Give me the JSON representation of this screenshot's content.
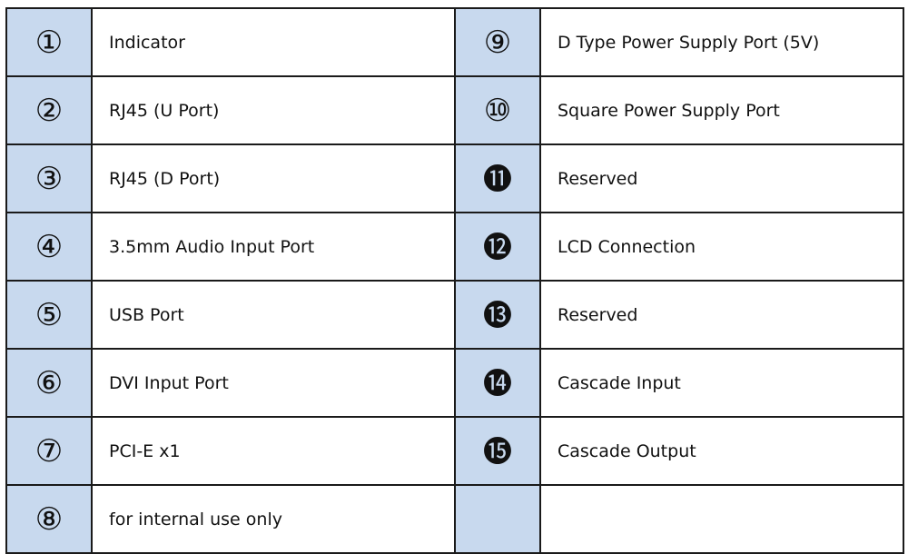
{
  "rows": [
    {
      "left": {
        "num": "①",
        "label": "Indicator"
      },
      "right": {
        "num": "⑨",
        "label": "D Type Power Supply Port (5V)"
      }
    },
    {
      "left": {
        "num": "②",
        "label": "RJ45 (U Port)"
      },
      "right": {
        "num": "⑩",
        "label": "Square Power Supply Port"
      }
    },
    {
      "left": {
        "num": "③",
        "label": "RJ45 (D Port)"
      },
      "right": {
        "num": "⓫",
        "label": "Reserved"
      }
    },
    {
      "left": {
        "num": "④",
        "label": "3.5mm Audio Input Port"
      },
      "right": {
        "num": "⓬",
        "label": "LCD Connection"
      }
    },
    {
      "left": {
        "num": "⑤",
        "label": "USB Port"
      },
      "right": {
        "num": "⓭",
        "label": "Reserved"
      }
    },
    {
      "left": {
        "num": "⑥",
        "label": "DVI Input Port"
      },
      "right": {
        "num": "⓮",
        "label": "Cascade Input"
      }
    },
    {
      "left": {
        "num": "⑦",
        "label": "PCI-E x1"
      },
      "right": {
        "num": "⓯",
        "label": "Cascade Output"
      }
    },
    {
      "left": {
        "num": "⑧",
        "label": "for internal use only"
      },
      "right": {
        "num": "",
        "label": ""
      }
    }
  ],
  "colors": {
    "number_cell_bg": "#c8d9ee",
    "border": "#1a1a1a"
  }
}
